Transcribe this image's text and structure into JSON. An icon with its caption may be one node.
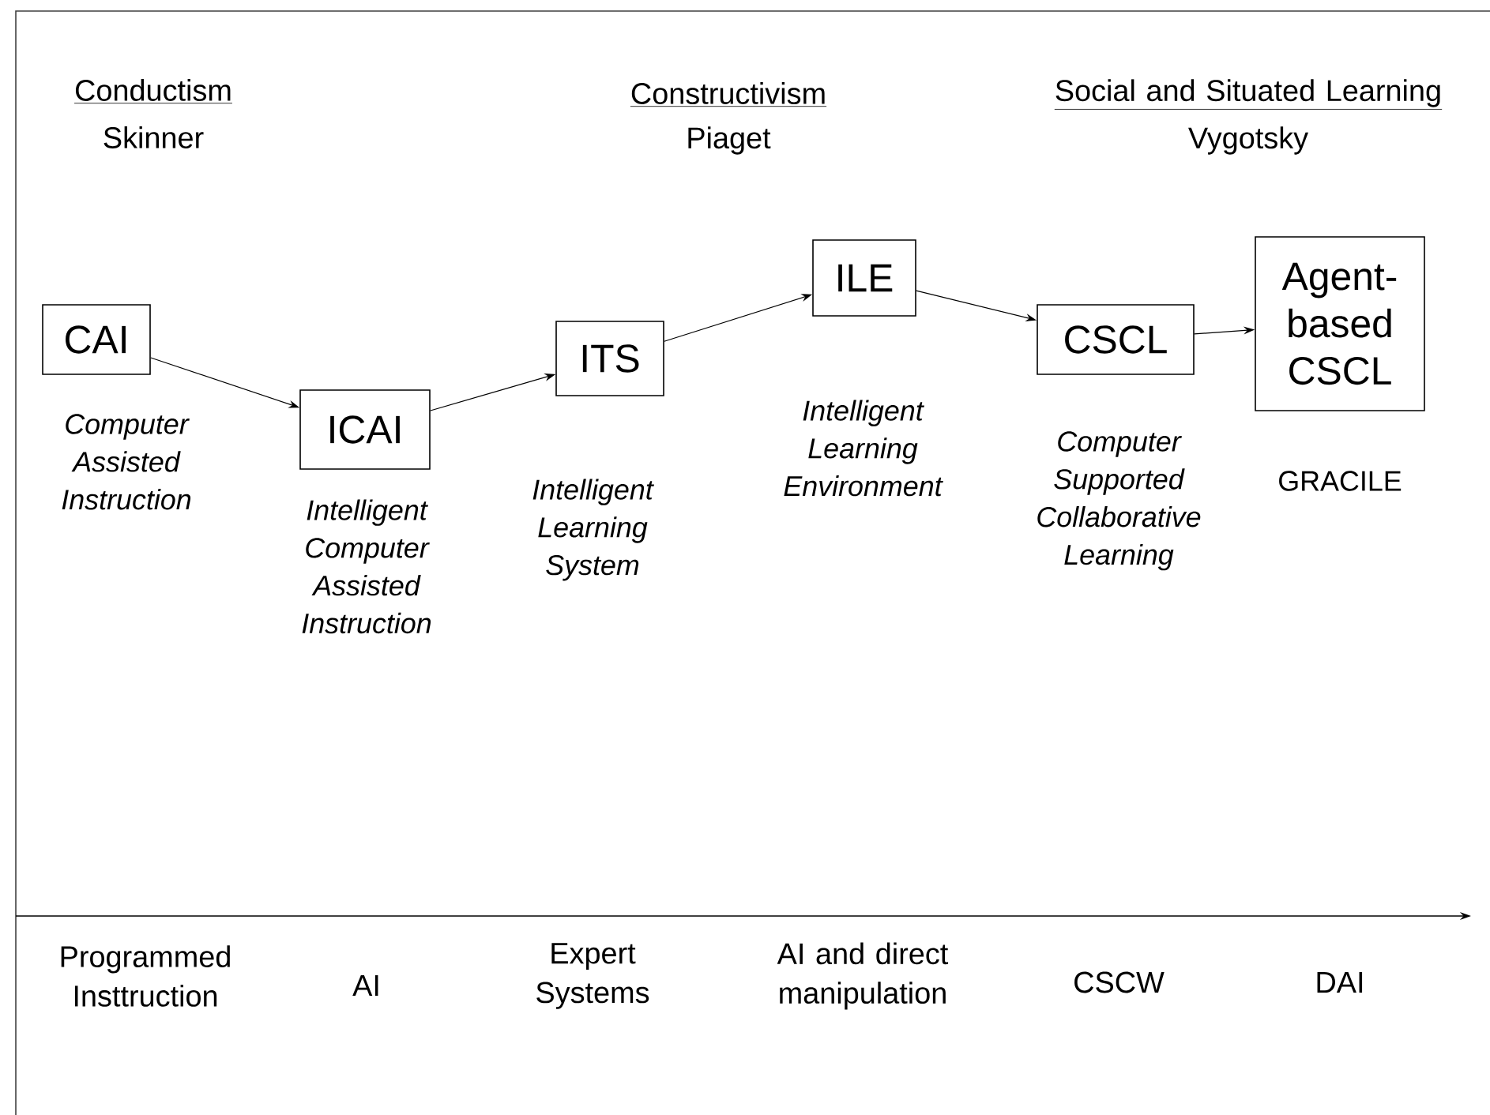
{
  "diagram": {
    "nodes": [
      {
        "text": [
          "CAI"
        ],
        "beside": [
          "Computer Assisted Instruction"
        ]
      },
      {
        "text": [
          "ICAI"
        ],
        "beside": [
          "Intelligent Computer Assisted Instruction"
        ]
      },
      {
        "text": [
          "ITS"
        ],
        "beside": [
          "Intelligent Learning System"
        ]
      },
      {
        "text": [
          "ILE"
        ],
        "beside": [
          "Intelligent Learning Environment"
        ]
      },
      {
        "text": [
          "CSCL"
        ],
        "beside": [
          "Computer Supported Collaborative Learning"
        ]
      },
      {
        "text": [
          "Agent-based CSCL"
        ],
        "beside": [
          "GRACILE"
        ]
      }
    ],
    "edges": [
      {
        "from": 0,
        "to": 1,
        "arrow": "to"
      },
      {
        "from": 1,
        "to": 2,
        "arrow": "to"
      },
      {
        "from": 2,
        "to": 3,
        "arrow": "to"
      },
      {
        "from": 3,
        "to": 4,
        "arrow": "to"
      },
      {
        "from": 4,
        "to": 5,
        "arrow": "to"
      }
    ],
    "labels": [
      "Conductism",
      "Skinner",
      "Constructivism",
      "Piaget",
      "Social and Situated Learning",
      "Vygotsky",
      "Programmed Insttruction",
      "AI",
      "Expert Systems",
      "AI and direct manipulation",
      "CSCW",
      "DAI"
    ]
  }
}
